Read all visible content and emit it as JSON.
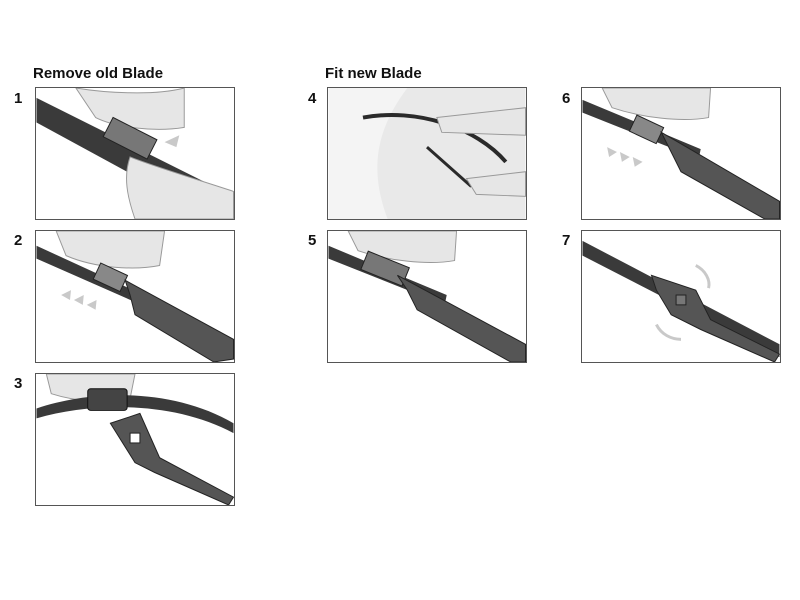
{
  "headings": {
    "remove": "Remove old Blade",
    "fit": "Fit new Blade"
  },
  "steps": [
    {
      "number": "1"
    },
    {
      "number": "2"
    },
    {
      "number": "3"
    },
    {
      "number": "4"
    },
    {
      "number": "5"
    },
    {
      "number": "6"
    },
    {
      "number": "7"
    }
  ],
  "colors": {
    "arm": "#3a3a3a",
    "hand": "#e6e6e6",
    "arrow": "#c9c9c9",
    "frame": "#555555"
  }
}
